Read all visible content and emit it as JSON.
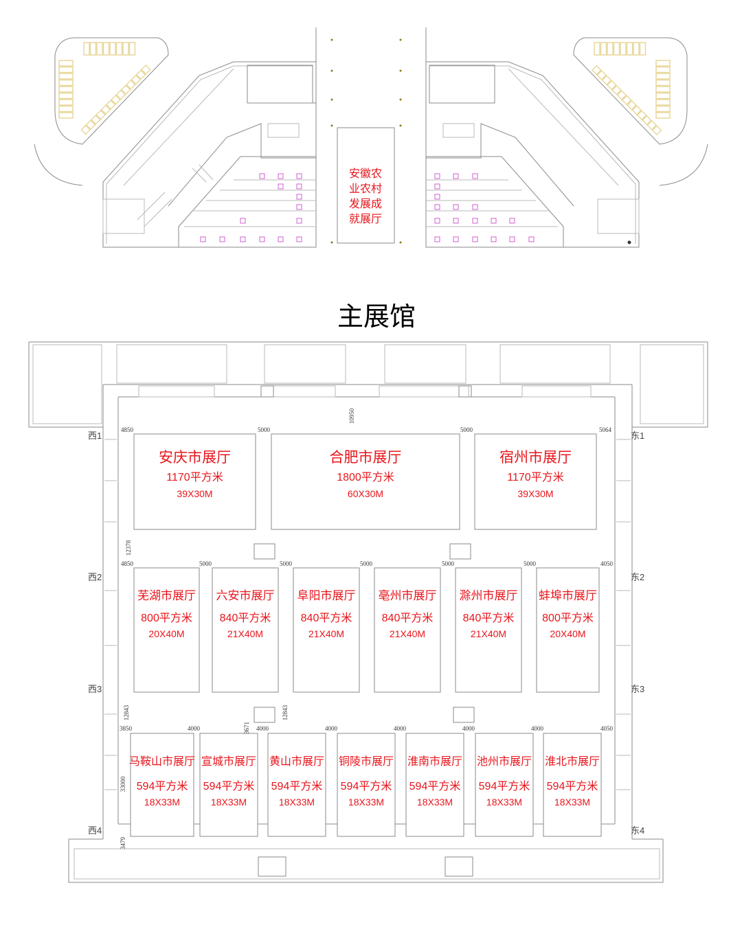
{
  "title": "主展馆",
  "upper_hall": {
    "label_lines": [
      "安徽农",
      "业农村",
      "发展成",
      "就展厅"
    ]
  },
  "row1": [
    {
      "name": "安庆市展厅",
      "area": "1170平方米",
      "size": "39X30M"
    },
    {
      "name": "合肥市展厅",
      "area": "1800平方米",
      "size": "60X30M"
    },
    {
      "name": "宿州市展厅",
      "area": "1170平方米",
      "size": "39X30M"
    }
  ],
  "row2": [
    {
      "name": "芜湖市展厅",
      "area": "800平方米",
      "size": "20X40M"
    },
    {
      "name": "六安市展厅",
      "area": "840平方米",
      "size": "21X40M"
    },
    {
      "name": "阜阳市展厅",
      "area": "840平方米",
      "size": "21X40M"
    },
    {
      "name": "亳州市展厅",
      "area": "840平方米",
      "size": "21X40M"
    },
    {
      "name": "滁州市展厅",
      "area": "840平方米",
      "size": "21X40M"
    },
    {
      "name": "蚌埠市展厅",
      "area": "800平方米",
      "size": "20X40M"
    }
  ],
  "row3": [
    {
      "name": "马鞍山市展厅",
      "area": "594平方米",
      "size": "18X33M"
    },
    {
      "name": "宣城市展厅",
      "area": "594平方米",
      "size": "18X33M"
    },
    {
      "name": "黄山市展厅",
      "area": "594平方米",
      "size": "18X33M"
    },
    {
      "name": "铜陵市展厅",
      "area": "594平方米",
      "size": "18X33M"
    },
    {
      "name": "淮南市展厅",
      "area": "594平方米",
      "size": "18X33M"
    },
    {
      "name": "池州市展厅",
      "area": "594平方米",
      "size": "18X33M"
    },
    {
      "name": "淮北市展厅",
      "area": "594平方米",
      "size": "18X33M"
    }
  ],
  "gates_west": [
    "西1",
    "西2",
    "西3",
    "西4"
  ],
  "gates_east": [
    "东1",
    "东2",
    "东3",
    "东4"
  ],
  "dimensions": {
    "row1_top": [
      "4850",
      "5000",
      "5000",
      "5064"
    ],
    "row1_gap": "10950",
    "row2_top": [
      "4850",
      "5000",
      "5000",
      "5000",
      "5000",
      "5000",
      "4050"
    ],
    "row2_side": "12378",
    "row3_top": [
      "3850",
      "4000",
      "4000",
      "4000",
      "4000",
      "4000",
      "4000",
      "4050"
    ],
    "row3_side": "12843",
    "row3_mid": [
      "3671",
      "12843"
    ],
    "row3_height": "33000",
    "bottom_side": "3479"
  },
  "colors": {
    "label_red": "#e8141b",
    "line_gray": "#8a8a8a",
    "parking_yellow": "#e8d79a",
    "booth_magenta": "#d35cd3"
  }
}
